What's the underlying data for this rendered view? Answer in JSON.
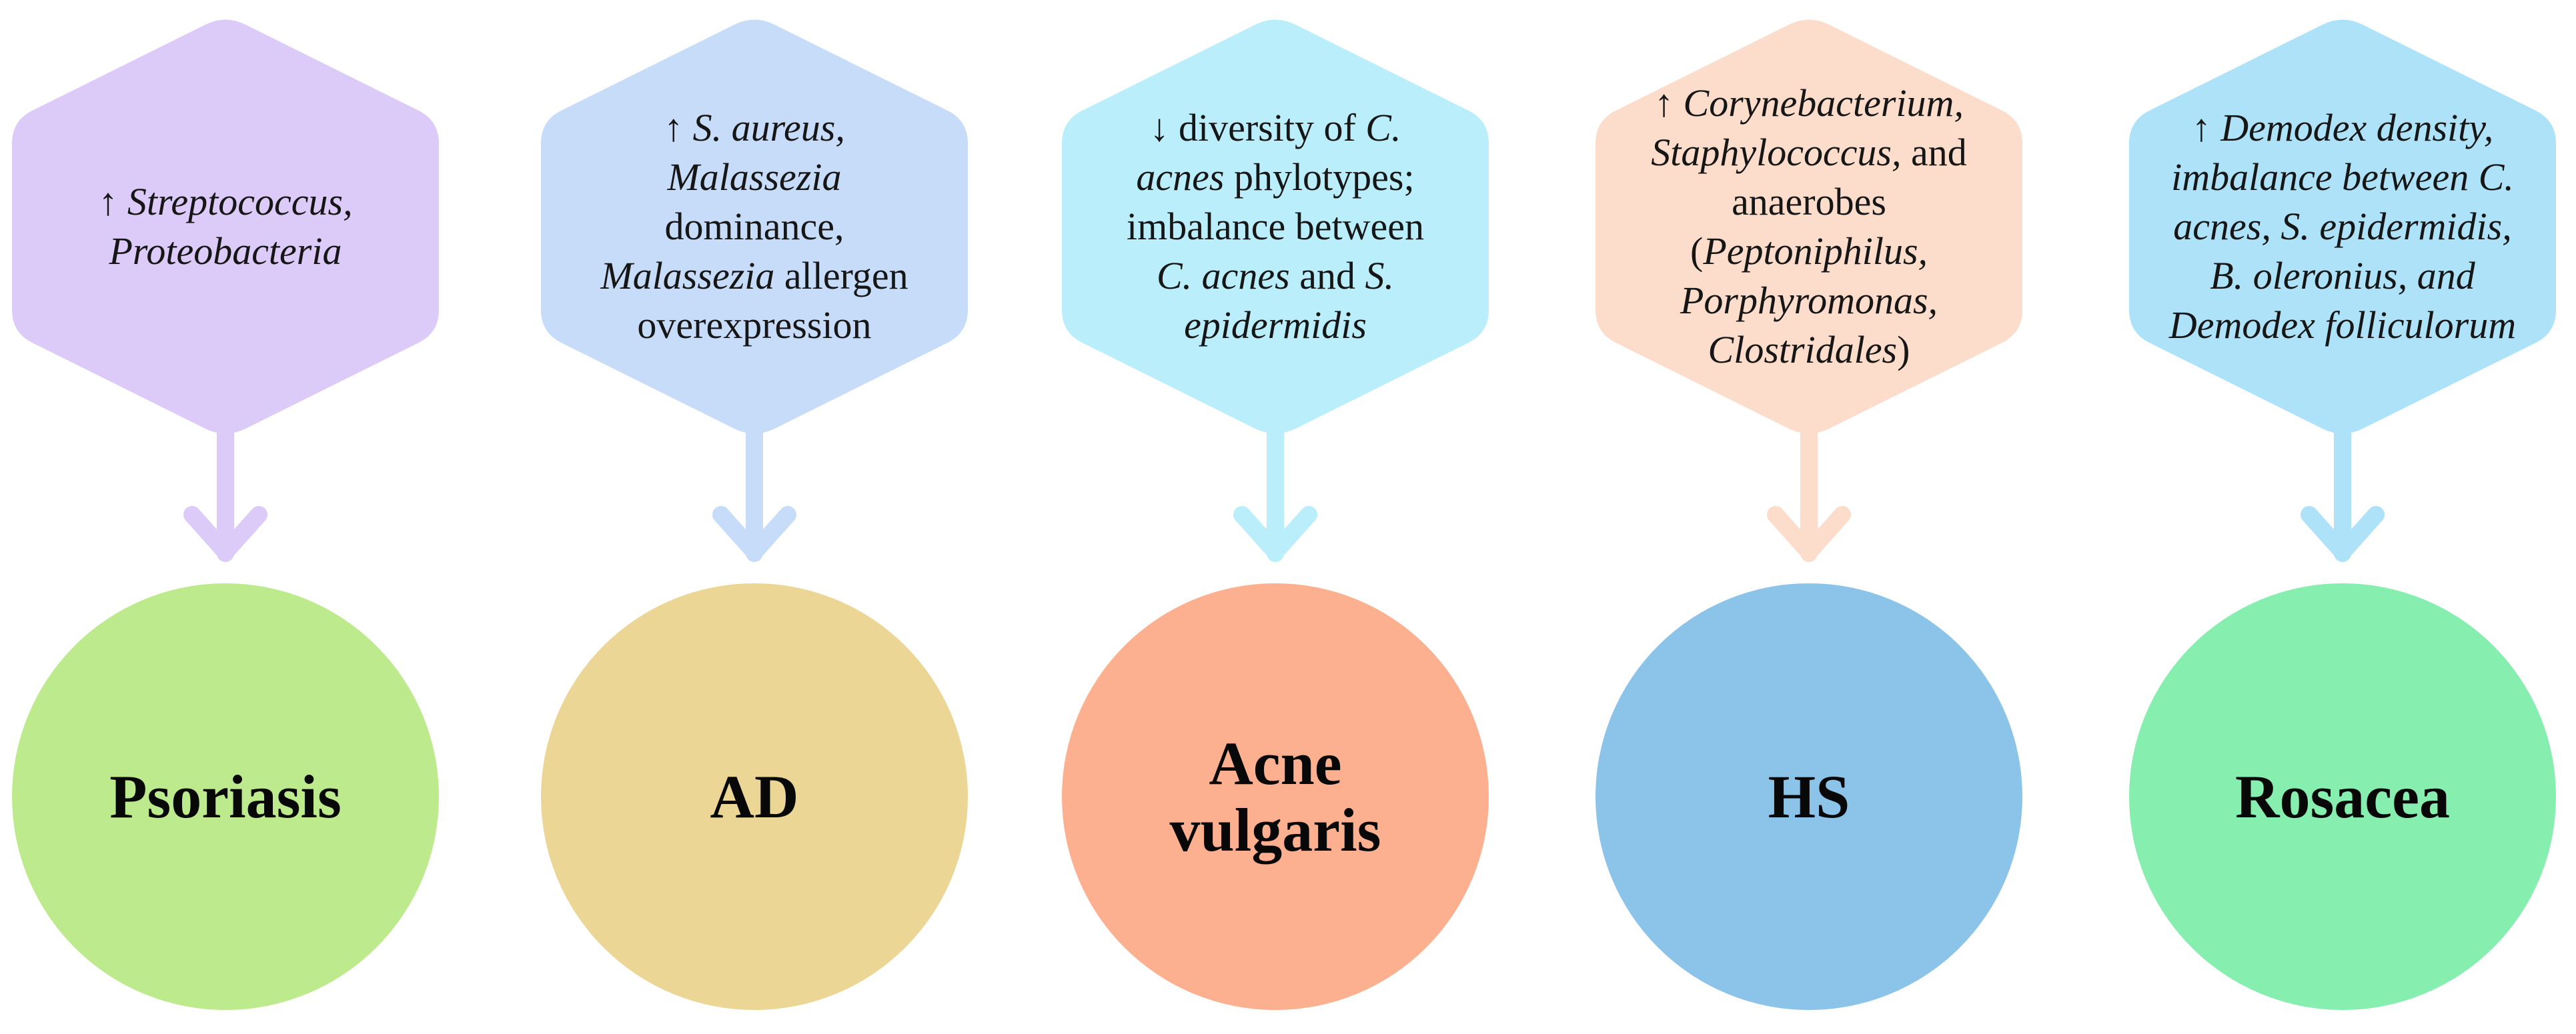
{
  "columns": [
    {
      "id": "psoriasis",
      "finding_lines": [
        "↑ <i>Streptococcus,</i>",
        "<i>Proteobacteria</i>"
      ],
      "disease_lines": [
        "Psoriasis"
      ],
      "colors": {
        "hexagon": "#dccbf8",
        "arrow": "#dccbf8",
        "circle": "#bdea8c"
      }
    },
    {
      "id": "ad",
      "finding_lines": [
        "↑ <i>S. aureus,</i>",
        "<i>Malassezia</i>",
        "dominance,",
        "<i>Malassezia</i> allergen",
        "overexpression"
      ],
      "disease_lines": [
        "AD"
      ],
      "colors": {
        "hexagon": "#c7dcf9",
        "arrow": "#c7dcf9",
        "circle": "#ecd696"
      }
    },
    {
      "id": "acne",
      "finding_lines": [
        "↓ diversity of <i>C.</i>",
        "<i>acnes</i> phylotypes;",
        "imbalance between",
        "<i>C. acnes</i> and <i>S.</i>",
        "<i>epidermidis</i>"
      ],
      "disease_lines": [
        "Acne",
        "vulgaris"
      ],
      "colors": {
        "hexagon": "#bbeefb",
        "arrow": "#bbeefb",
        "circle": "#fcb090"
      }
    },
    {
      "id": "hs",
      "finding_lines": [
        "↑ <i>Corynebacterium,</i>",
        "<i>Staphylococcus,</i> and",
        "anaerobes",
        "(<i>Peptoniphilus,</i>",
        "<i>Porphyromonas,</i>",
        "<i>Clostridales</i>)"
      ],
      "disease_lines": [
        "HS"
      ],
      "colors": {
        "hexagon": "#fcdccb",
        "arrow": "#fcdccb",
        "circle": "#8bc3e9"
      }
    },
    {
      "id": "rosacea",
      "finding_lines": [
        "↑ <i>Demodex density,</i>",
        "<i>imbalance between C.</i>",
        "<i>acnes, S. epidermidis,</i>",
        "<i>B. oleronius, and</i>",
        "<i>Demodex folliculorum</i>"
      ],
      "disease_lines": [
        "Rosacea"
      ],
      "colors": {
        "hexagon": "#ade2f8",
        "arrow": "#ade2f8",
        "circle": "#86eeae"
      }
    }
  ]
}
